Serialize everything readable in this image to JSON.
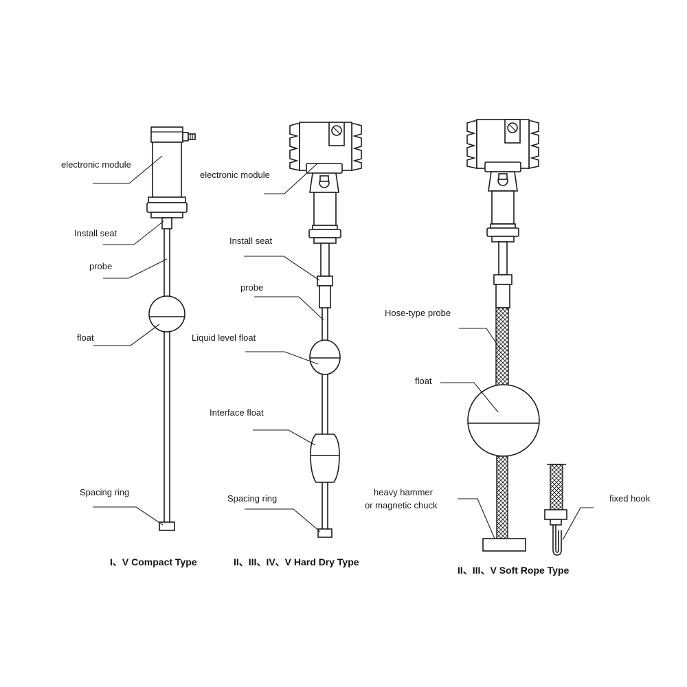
{
  "labels": {
    "compact": {
      "electronic_module": "electronic module",
      "install_seat": "Install seat",
      "probe": "probe",
      "float": "float",
      "spacing_ring": "Spacing ring",
      "caption": "I、V Compact Type"
    },
    "hard_dry": {
      "electronic_module": "electronic module",
      "install_seat": "Install seat",
      "probe": "probe",
      "liquid_level_float": "Liquid level float",
      "interface_float": "Interface float",
      "spacing_ring": "Spacing ring",
      "caption": "II、III、IV、V Hard Dry Type"
    },
    "soft_rope": {
      "hose_type_probe": "Hose-type probe",
      "float": "float",
      "heavy_hammer_line1": "heavy hammer",
      "heavy_hammer_line2": "or magnetic chuck",
      "fixed_hook": "fixed hook",
      "caption": "II、III、V Soft Rope Type"
    }
  }
}
